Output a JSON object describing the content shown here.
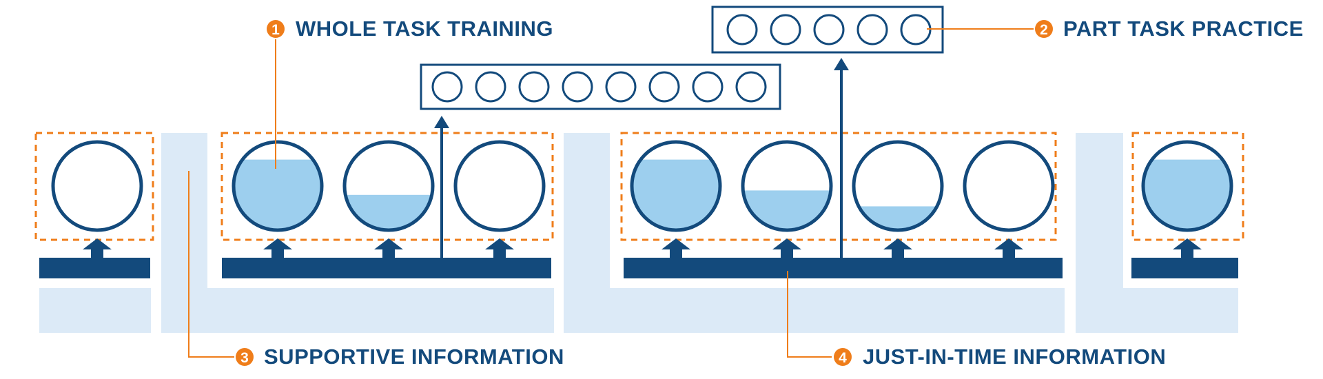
{
  "labels": {
    "whole_task": {
      "num": "1",
      "text": "WHOLE TASK TRAINING"
    },
    "part_task": {
      "num": "2",
      "text": "PART TASK PRACTICE"
    },
    "supportive": {
      "num": "3",
      "text": "SUPPORTIVE INFORMATION"
    },
    "just_in_time": {
      "num": "4",
      "text": "JUST-IN-TIME INFORMATION"
    }
  },
  "colors": {
    "navy": "#134a7c",
    "orange": "#ef7d1a",
    "light_blue": "#dceaf7",
    "fill_blue": "#9dcfee"
  },
  "task_fill_levels": [
    0,
    0.8,
    0.4,
    0,
    0.8,
    0.45,
    0.27,
    0,
    0.8
  ],
  "part_task_boxes": [
    {
      "name": "part-task-box-lower",
      "circles": 8
    },
    {
      "name": "part-task-box-upper",
      "circles": 5
    }
  ]
}
